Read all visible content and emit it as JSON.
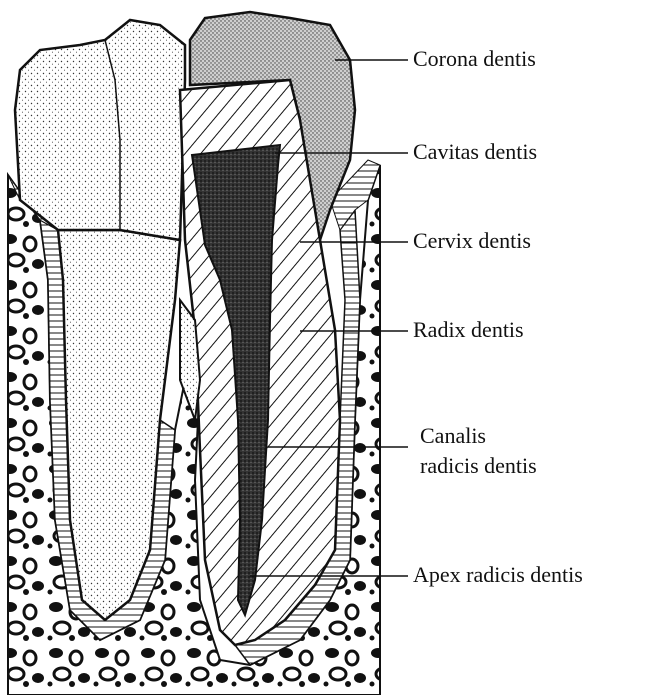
{
  "figure": {
    "labels": [
      {
        "id": "corona",
        "text": "Corona dentis"
      },
      {
        "id": "cavitas",
        "text": "Cavitas dentis"
      },
      {
        "id": "cervix",
        "text": "Cervix dentis"
      },
      {
        "id": "radix",
        "text": "Radix dentis"
      },
      {
        "id": "canalis",
        "text": "Canalis"
      },
      {
        "id": "canalis2",
        "text": "radicis dentis"
      },
      {
        "id": "apex",
        "text": "Apex radicis dentis"
      }
    ]
  },
  "colors": {
    "ink": "#111111",
    "paper": "#ffffff",
    "crown_fill": "#d9d9d9"
  }
}
